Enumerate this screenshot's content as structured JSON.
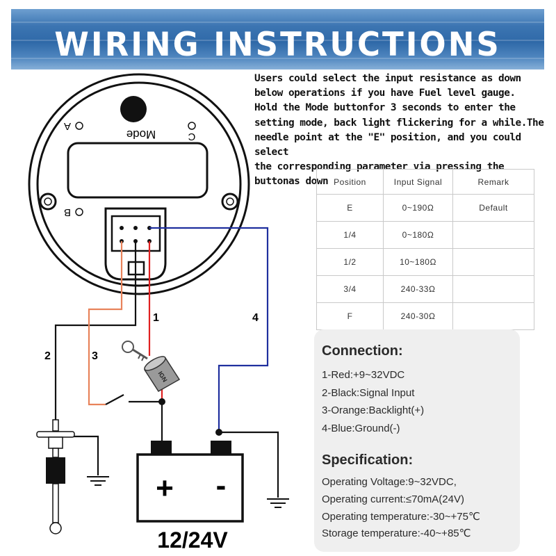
{
  "banner": {
    "title": "WIRING INSTRUCTIONS"
  },
  "intro": {
    "lines": [
      "Users could select the input resistance as down",
      "below operations if you have Fuel level gauge.",
      "Hold the Mode buttonfor 3 seconds to enter the",
      "setting mode, back light flickering for a while.The",
      "needle point at the \"E\" position, and you could select",
      "the corresponding parameter via pressing the",
      "buttonas down"
    ]
  },
  "table": {
    "headers": [
      "Position",
      "Input Signal",
      "Remark"
    ],
    "rows": [
      [
        "E",
        "0~190Ω",
        "Default"
      ],
      [
        "1/4",
        "0~180Ω",
        ""
      ],
      [
        "1/2",
        "10~180Ω",
        ""
      ],
      [
        "3/4",
        "240-33Ω",
        ""
      ],
      [
        "F",
        "240-30Ω",
        ""
      ]
    ]
  },
  "connection": {
    "title": "Connection:",
    "items": [
      "1-Red:+9~32VDC",
      "2-Black:Signal Input",
      "3-Orange:Backlight(+)",
      "4-Blue:Ground(-)"
    ]
  },
  "specification": {
    "title": "Specification:",
    "items": [
      "Operating Voltage:9~32VDC,",
      "Operating current:≤70mA(24V)",
      "Operating temperature:-30~+75℃",
      "Storage temperature:-40~+85℃"
    ]
  },
  "gauge": {
    "mode_label": "Mode",
    "button_a": "A",
    "button_b": "B",
    "button_c": "C"
  },
  "wires": {
    "w1": "1",
    "w2": "2",
    "w3": "3",
    "w4": "4"
  },
  "ignition": {
    "label": "IGN"
  },
  "battery": {
    "plus": "+",
    "minus": "-",
    "voltage": "12/24V"
  },
  "colors": {
    "red_wire": "#e02020",
    "black_wire": "#111111",
    "orange_wire": "#e8825a",
    "blue_wire": "#1f2f9e",
    "banner_text": "#ffffff",
    "panel_bg": "#efefef"
  }
}
